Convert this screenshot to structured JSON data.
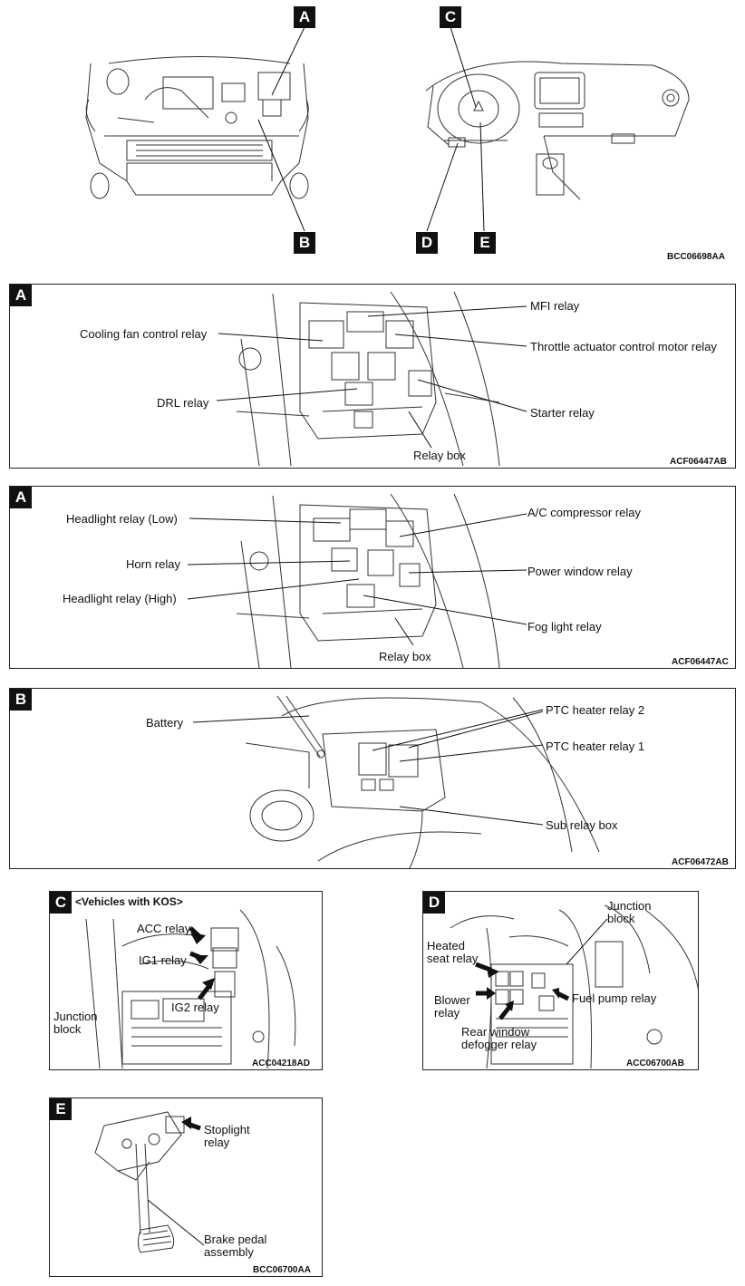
{
  "overview": {
    "labels": [
      "A",
      "B",
      "C",
      "D",
      "E"
    ],
    "code": "BCC06698AA"
  },
  "panel_a1": {
    "letter": "A",
    "code": "ACF06447AB",
    "labels": [
      "MFI relay",
      "Cooling fan control relay",
      "Throttle actuator control motor relay",
      "DRL relay",
      "Starter relay",
      "Relay box"
    ]
  },
  "panel_a2": {
    "letter": "A",
    "code": "ACF06447AC",
    "labels": [
      "Headlight relay (Low)",
      "A/C compressor relay",
      "Horn relay",
      "Power window relay",
      "Headlight relay (High)",
      "Fog light relay",
      "Relay box"
    ]
  },
  "panel_b": {
    "letter": "B",
    "code": "ACF06472AB",
    "labels": [
      "Battery",
      "PTC heater relay 2",
      "PTC heater relay 1",
      "Sub relay box"
    ]
  },
  "panel_c": {
    "letter": "C",
    "heading": "<Vehicles with KOS>",
    "code": "ACC04218AD",
    "labels": [
      "ACC relay",
      "IG1 relay",
      "IG2 relay",
      "Junction",
      "block"
    ]
  },
  "panel_d": {
    "letter": "D",
    "code": "ACC06700AB",
    "labels": [
      "Junction",
      "block",
      "Heated",
      "seat relay",
      "Blower",
      "relay",
      "Fuel pump relay",
      "Rear window",
      "defogger relay"
    ]
  },
  "panel_e": {
    "letter": "E",
    "code": "BCC06700AA",
    "labels": [
      "Stoplight",
      "relay",
      "Brake pedal",
      "assembly"
    ]
  }
}
